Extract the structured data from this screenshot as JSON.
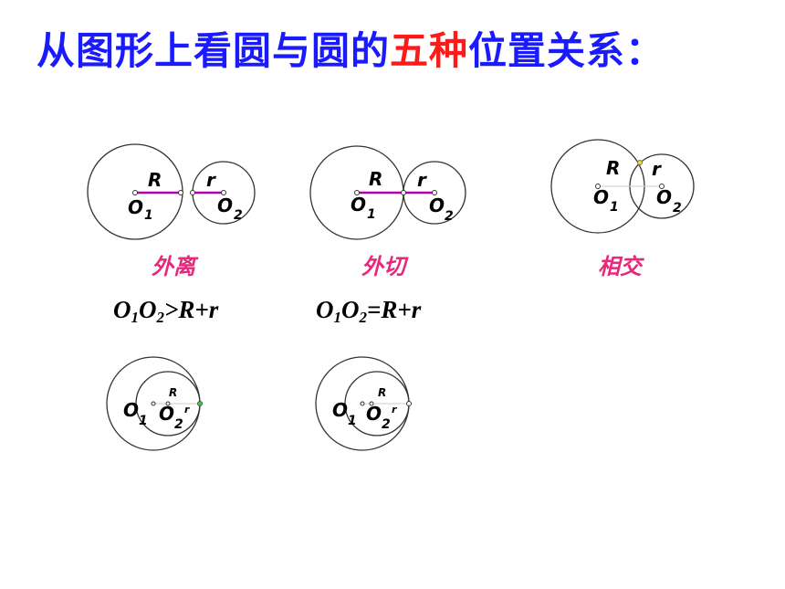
{
  "title": {
    "prefix": "从图形上看圆与圆的",
    "highlight": "五种",
    "suffix": "位置关系："
  },
  "colors": {
    "title": "#1a1aff",
    "highlight": "#ff1a1a",
    "caption": "#e8287a",
    "segment": "#b000b0"
  },
  "labels": {
    "big_radius": "R",
    "small_radius": "r",
    "center_main": "O",
    "sub_1": "1",
    "sub_2": "2"
  },
  "diagrams": [
    {
      "caption": "外离",
      "formula": {
        "o": "O",
        "s1": "1",
        "s2": "2",
        "rel": ">R+r"
      }
    },
    {
      "caption": "外切",
      "formula": {
        "o": "O",
        "s1": "1",
        "s2": "2",
        "rel": "=R+r"
      }
    },
    {
      "caption": "相交"
    },
    {},
    {}
  ]
}
